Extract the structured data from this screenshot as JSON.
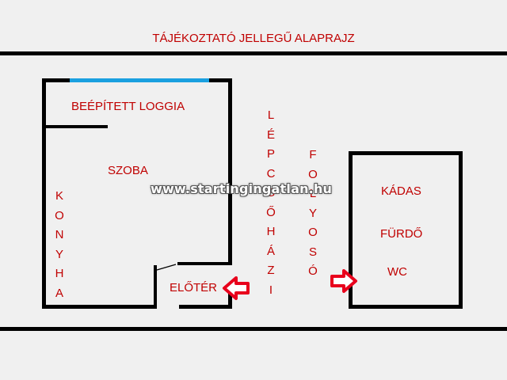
{
  "title": "TÁJÉKOZTATÓ JELLEGŰ ALAPRAJZ",
  "rooms": {
    "loggia": "BEÉPÍTETT  LOGGIA",
    "szoba": "SZOBA",
    "konyha": [
      "K",
      "O",
      "N",
      "Y",
      "H",
      "A"
    ],
    "eloter": "ELŐTÉR",
    "lepcsohazi": [
      "L",
      "É",
      "P",
      "C",
      "S",
      "Ő",
      "H",
      "Á",
      "Z",
      "I"
    ],
    "folyoso": [
      "F",
      "O",
      "L",
      "Y",
      "O",
      "S",
      "Ó"
    ],
    "kadas": "KÁDAS",
    "furdo": "FÜRDŐ",
    "wc": "WC"
  },
  "watermark": "www.startingingatlan.hu",
  "colors": {
    "text": "#c00000",
    "walls": "#000000",
    "window": "#1aa0e0",
    "arrow": "#e8001c",
    "background": "#f0f0f0"
  }
}
